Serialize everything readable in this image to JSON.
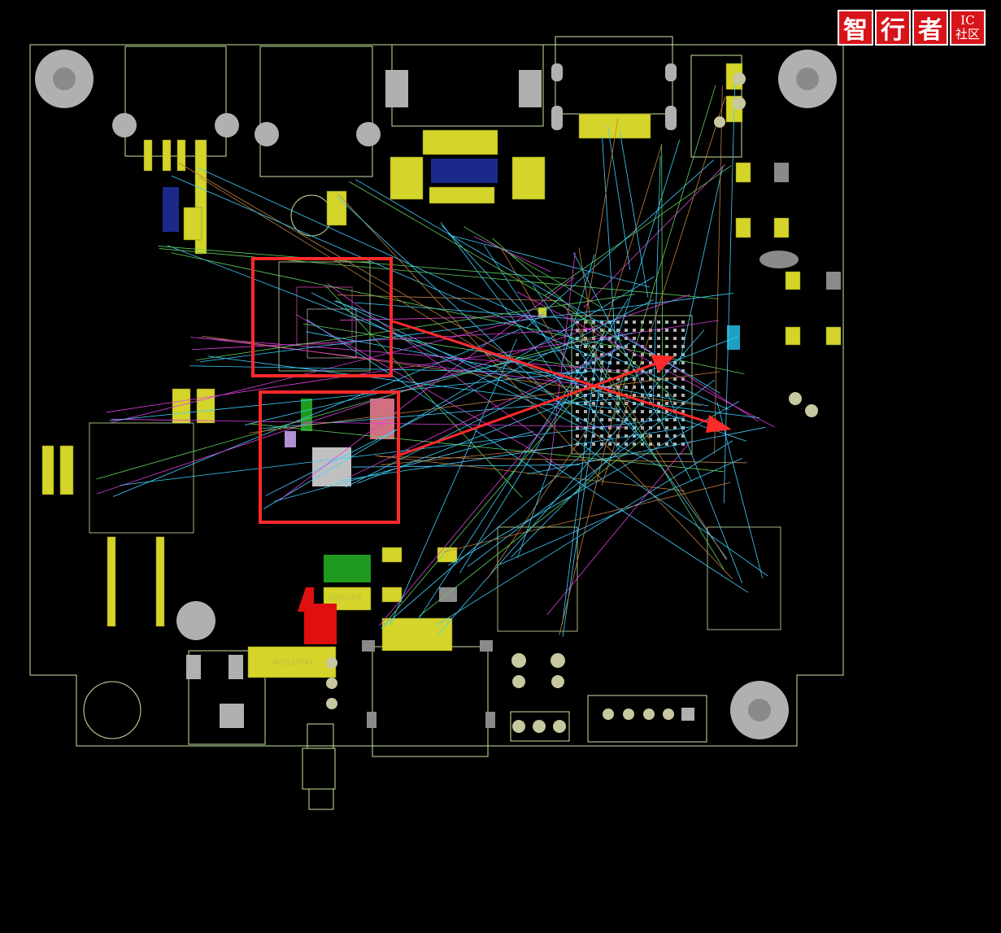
{
  "logo": {
    "chars": [
      "智",
      "行",
      "者"
    ],
    "badge_top": "IC",
    "badge_bottom": "社区"
  },
  "silkscreen": {
    "part_a": "NZ2127043",
    "part_b": "U2BF5C4F2M"
  },
  "colors": {
    "background": "#000000",
    "board_outline": "#c8e6a0",
    "ratsnest": "#3fd0ff",
    "pad": "#d4d42a",
    "highlight_box": "#ff2a2a",
    "mount_hole": "#b0b0b0"
  }
}
